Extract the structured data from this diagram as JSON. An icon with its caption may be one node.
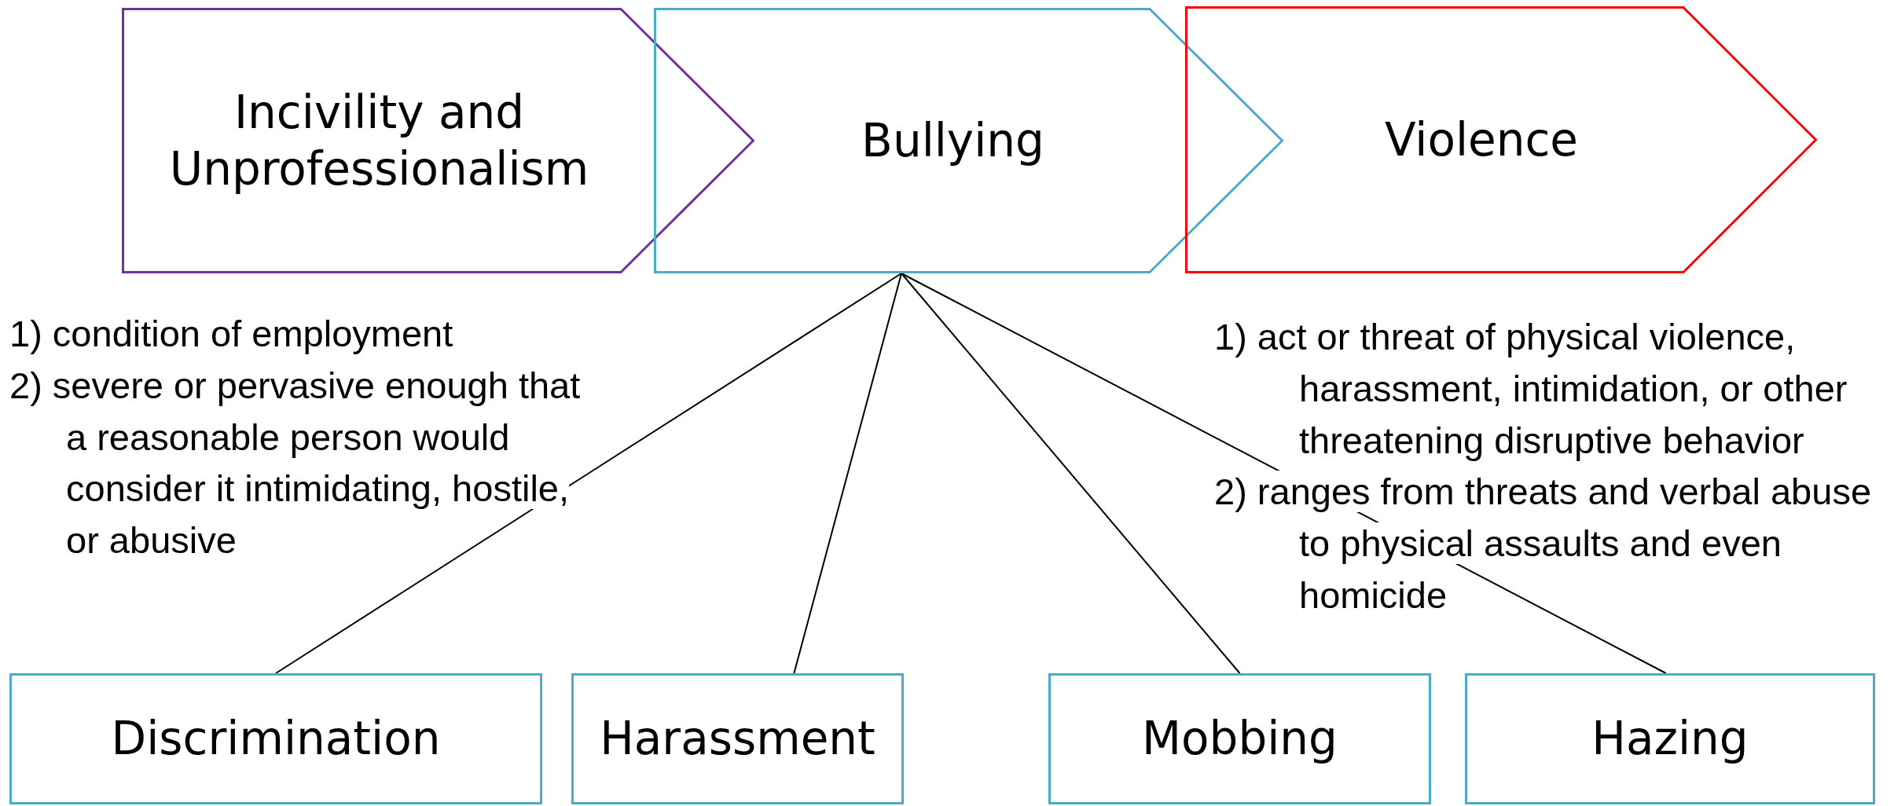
{
  "diagram": {
    "nodes": [
      {
        "text": [
          "Incivility and Unprofessionalism"
        ],
        "beside": [
          "1) condition of employment",
          "2) severe or pervasive enough that a reasonable person would consider it intimidating, hostile, or abusive"
        ]
      },
      {
        "text": [
          "Bullying"
        ]
      },
      {
        "text": [
          "Violence"
        ],
        "beside": [
          "1) act or threat of physical violence, harassment, intimidation, or other threatening disruptive behavior",
          "2) ranges from threats and verbal abuse to physical assaults and even homicide"
        ]
      },
      {
        "text": [
          "Discrimination"
        ]
      },
      {
        "text": [
          "Harassment"
        ]
      },
      {
        "text": [
          "Mobbing"
        ]
      },
      {
        "text": [
          "Hazing"
        ]
      }
    ],
    "edges": [
      {
        "from": 1,
        "to": 3,
        "arrow": "none"
      },
      {
        "from": 1,
        "to": 4,
        "arrow": "none"
      },
      {
        "from": 1,
        "to": 5,
        "arrow": "none"
      },
      {
        "from": 1,
        "to": 6,
        "arrow": "none"
      }
    ]
  }
}
